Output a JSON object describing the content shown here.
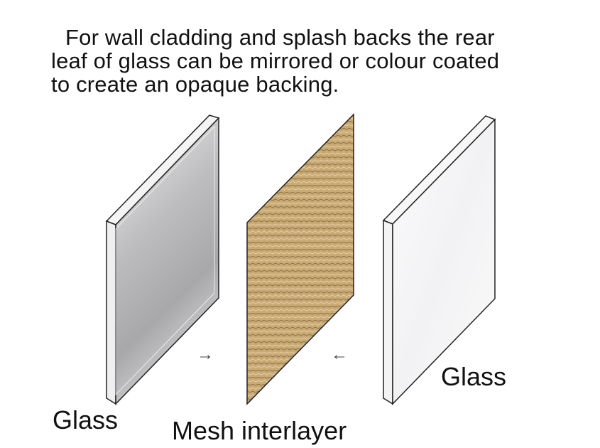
{
  "caption": {
    "lines": [
      "For wall cladding and splash backs the rear",
      "leaf of glass can be mirrored or colour coated",
      "to create an opaque backing."
    ]
  },
  "labels": {
    "glass_left": "Glass",
    "mesh": "Mesh interlayer",
    "glass_right": "Glass"
  },
  "arrows": {
    "right": "→",
    "left": "←"
  },
  "colors": {
    "mirror_light": "#e9e9ea",
    "mirror_dark": "#a9a9ab",
    "mesh_base": "#c7a874",
    "mesh_dark": "#8a6b3d",
    "clear_glass": "#f7f7f8",
    "outline": "#222222"
  }
}
